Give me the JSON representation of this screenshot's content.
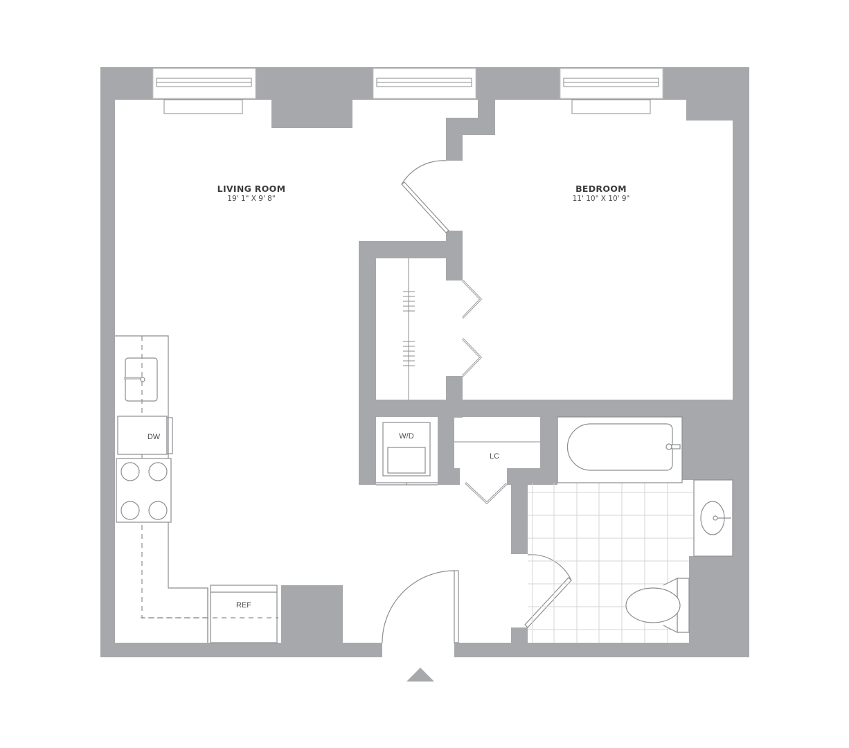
{
  "colors": {
    "wall": "#a7a8ab",
    "line": "#8c8d90",
    "tile": "#d4d4d6",
    "background": "#ffffff"
  },
  "rooms": [
    {
      "id": "living-room",
      "name": "LIVING ROOM",
      "dimensions": "19' 1\" X 9' 8\""
    },
    {
      "id": "bedroom",
      "name": "BEDROOM",
      "dimensions": "11' 10\" X 10' 9\""
    }
  ],
  "fixtures": {
    "dishwasher": "DW",
    "washer_dryer": "W/D",
    "linen_closet": "LC",
    "refrigerator": "REF"
  },
  "entry_marker": "entry-arrow-icon"
}
